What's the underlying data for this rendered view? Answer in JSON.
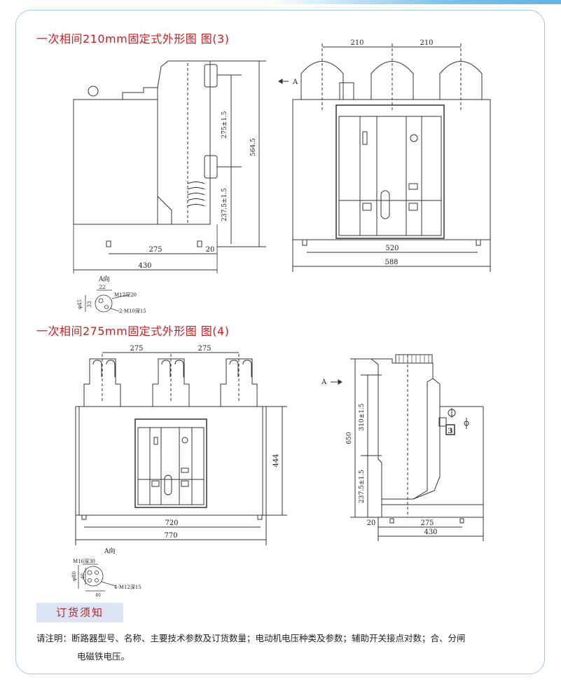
{
  "section3": {
    "title": "一次相间210mm固定式外形图 图(3)",
    "dims": {
      "top_left": "210",
      "top_right": "210",
      "h1": "275±1.5",
      "h2": "237.5±1.5",
      "total_h": "564.5",
      "bottom_inner": "275",
      "bottom_gap": "20",
      "bottom_outer": "430",
      "front_inner": "520",
      "front_outer": "588"
    },
    "arrow_label": "A",
    "detail": {
      "title": "A向",
      "d1": "22",
      "d2": "33",
      "d3": "φ45",
      "hole1": "M12深20",
      "hole2": "2-M10深15"
    }
  },
  "section4": {
    "title": "一次相间275mm固定式外形图 图(4)",
    "dims": {
      "top_left": "275",
      "top_right": "275",
      "height": "444",
      "inner_w": "720",
      "outer_w": "770",
      "side_h1": "310±1.5",
      "side_h2": "237.5±1.5",
      "side_total": "650",
      "side_gap": "20",
      "side_inner": "275",
      "side_outer": "430"
    },
    "arrow_label": "A",
    "badge": "3",
    "detail": {
      "title": "A向",
      "hole1": "M16深30",
      "hole2": "4-M12深15",
      "d1": "40",
      "d2": "40",
      "d3": "φ80"
    }
  },
  "notice": {
    "title": "订货须知",
    "line1": "请注明：断路器型号、名称、主要技术参数及订货数量；电动机电压种类及参数；辅助开关接点对数；合、分闸",
    "line2": "电磁铁电压。"
  }
}
